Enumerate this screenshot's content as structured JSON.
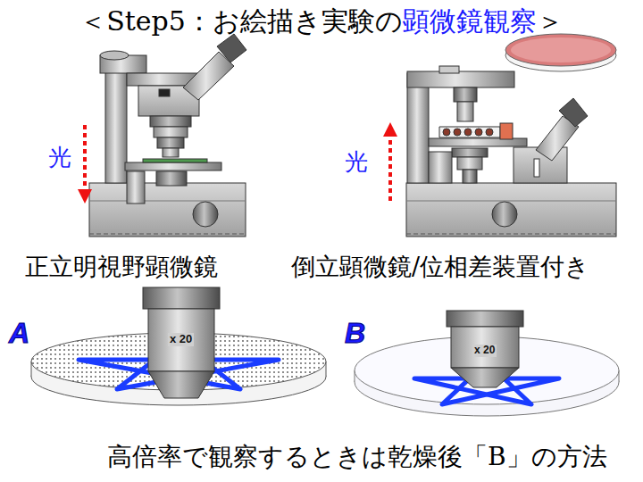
{
  "diagram": {
    "caption": "高倍率で観察するときは乾燥後「B」の方法",
    "labels": [
      "＜Step5：お絵描き実験の",
      "顕微鏡観察",
      "＞",
      "光",
      "光",
      "正立明視野顕微鏡",
      "倒立顕微鏡/位相差装置付き",
      "A",
      "x 20",
      "B",
      "x 20"
    ]
  }
}
